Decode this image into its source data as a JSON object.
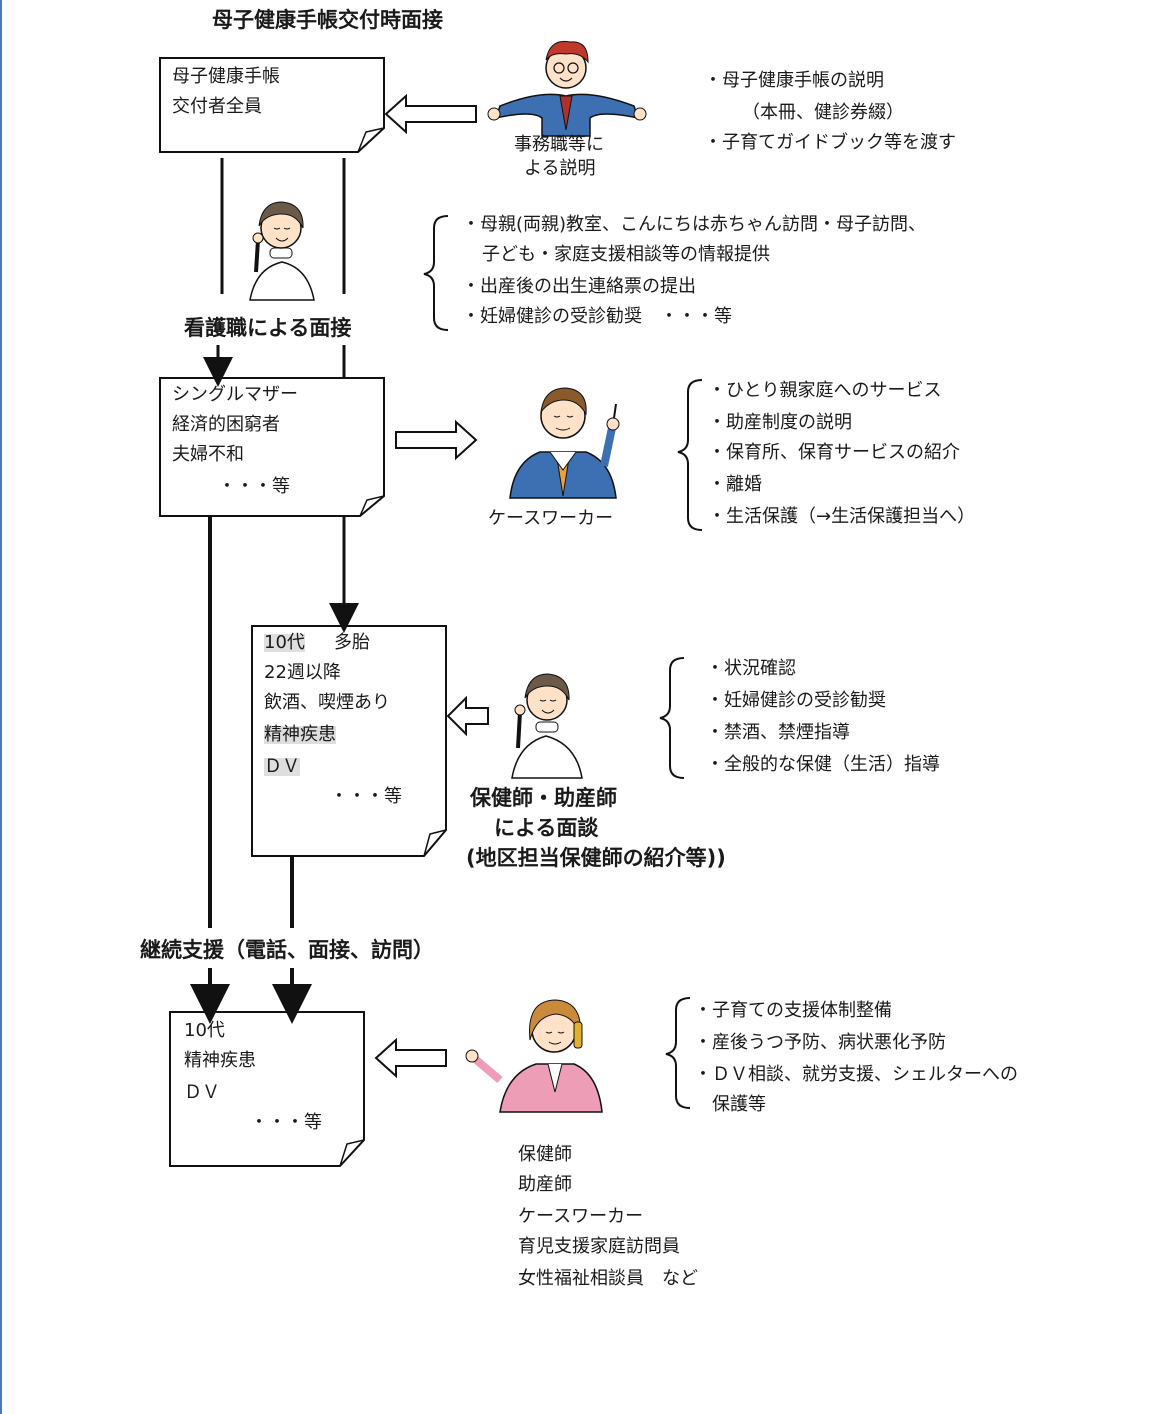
{
  "title": "母子健康手帳交付時面接",
  "box1": {
    "lines": [
      "母子健康手帳",
      "交付者全員"
    ]
  },
  "staff1": {
    "line1": "事務職等に",
    "line2": "よる説明"
  },
  "staff1_notes": [
    "・母子健康手帳の説明",
    "（本冊、健診券綴）",
    "・子育てガイドブック等を渡す"
  ],
  "nurse_interview": "看護職による面接",
  "nurse_notes": [
    "・母親(両親)教室、こんにちは赤ちゃん訪問・母子訪問、",
    "子ども・家庭支援相談等の情報提供",
    "・出産後の出生連絡票の提出",
    "・妊婦健診の受診勧奨　・・・等"
  ],
  "box2": {
    "lines": [
      "シングルマザー",
      "経済的困窮者",
      "夫婦不和",
      "・・・等"
    ]
  },
  "caseworker": "ケースワーカー",
  "caseworker_notes": [
    "・ひとり親家庭へのサービス",
    "・助産制度の説明",
    "・保育所、保育サービスの紹介",
    "・離婚",
    "・生活保護（→生活保護担当へ）"
  ],
  "box3": {
    "line1a": "10代",
    "line1b": "多胎",
    "lines": [
      "22週以降",
      "飲酒、喫煙あり",
      "精神疾患",
      "ＤＶ",
      "・・・等"
    ]
  },
  "midwife": {
    "line1": "保健師・助産師",
    "line2": "による面談",
    "line3": "(地区担当保健師の紹介等))"
  },
  "midwife_notes": [
    "・状況確認",
    "・妊婦健診の受診勧奨",
    "・禁酒、禁煙指導",
    "・全般的な保健（生活）指導"
  ],
  "continuing_support": "継続支援（電話、面接、訪問）",
  "box4": {
    "lines": [
      "10代",
      "精神疾患",
      "ＤＶ",
      "・・・等"
    ]
  },
  "final_notes": [
    "・子育ての支援体制整備",
    "・産後うつ予防、病状悪化予防",
    "・ＤＶ相談、就労支援、シェルターへの",
    "保護等"
  ],
  "staff_list": [
    "保健師",
    "助産師",
    "ケースワーカー",
    "育児支援家庭訪問員",
    "女性福祉相談員　など"
  ],
  "colors": {
    "line": "#111111",
    "edge": "#4a7ab8",
    "highlight": "#dedede",
    "suit_blue": "#3d6fb3",
    "pink": "#ee9db6"
  }
}
